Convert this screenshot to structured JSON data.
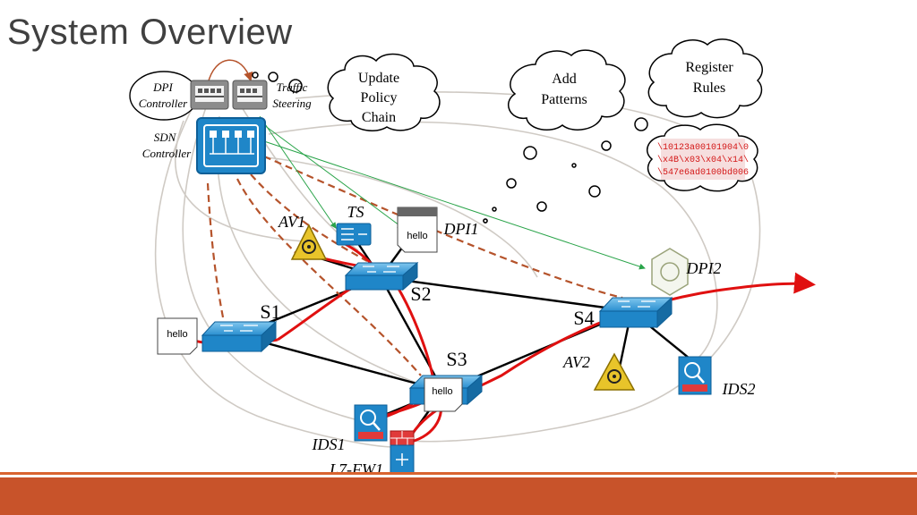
{
  "title": "System Overview",
  "page_number": "7",
  "labels": {
    "dpi_controller": [
      "DPI",
      "Controller"
    ],
    "traffic_steering": [
      "Traffic",
      "Steering"
    ],
    "sdn_controller": [
      "SDN",
      "Controller"
    ],
    "ts": "TS",
    "av1": "AV1",
    "dpi1": "DPI1",
    "dpi2": "DPI2",
    "s1": "S1",
    "s2": "S2",
    "s3": "S3",
    "s4": "S4",
    "av2": "AV2",
    "ids1": "IDS1",
    "ids2": "IDS2",
    "l7fw1": "L7-FW1"
  },
  "clouds": {
    "update": [
      "Update",
      "Policy",
      "Chain"
    ],
    "add": [
      "Add",
      "Patterns"
    ],
    "register": [
      "Register",
      "Rules"
    ]
  },
  "packets": {
    "s1": "hello",
    "dpi1": "hello",
    "s3": "hello"
  },
  "hex_rules": [
    "\\10123a00101904\\0",
    "\\x4B\\x03\\x04\\x14\\",
    "\\547e6ad0100bd006"
  ],
  "colors": {
    "switch": "#1f86c8",
    "traffic": "#e01010",
    "dashed": "#b5532b",
    "green": "#2aa44a",
    "bar": "#c8532a"
  }
}
